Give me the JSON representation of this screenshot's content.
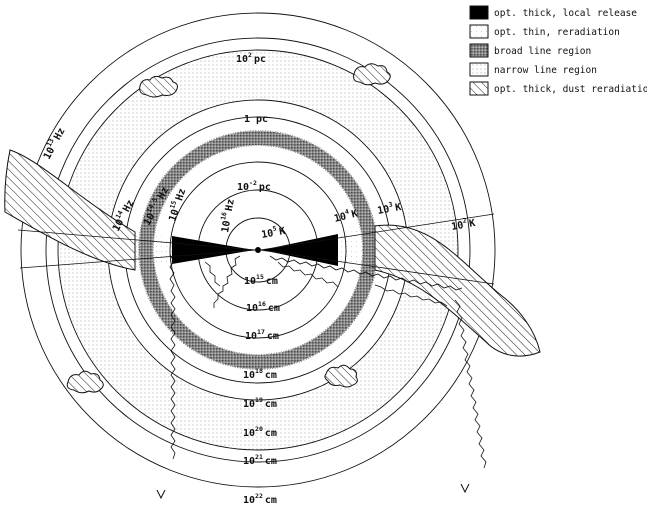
{
  "legend": [
    {
      "key": "local-release",
      "label": "opt. thick, local release"
    },
    {
      "key": "reradiation",
      "label": "opt. thin, reradiation"
    },
    {
      "key": "broad-line",
      "label": "broad line region"
    },
    {
      "key": "narrow-line",
      "label": "narrow line region"
    },
    {
      "key": "dust",
      "label": "opt. thick, dust reradiation"
    }
  ],
  "scales": {
    "pc_100": "10",
    "pc_100_exp": "2",
    "pc_100_unit": "pc",
    "pc_1": "1 pc",
    "pc_001": "10",
    "pc_001_exp": "-2",
    "pc_001_unit": "pc"
  },
  "radii": [
    {
      "base": "10",
      "exp": "15",
      "unit": "cm"
    },
    {
      "base": "10",
      "exp": "16",
      "unit": "cm"
    },
    {
      "base": "10",
      "exp": "17",
      "unit": "cm"
    },
    {
      "base": "10",
      "exp": "18",
      "unit": "cm"
    },
    {
      "base": "10",
      "exp": "19",
      "unit": "cm"
    },
    {
      "base": "10",
      "exp": "20",
      "unit": "cm"
    },
    {
      "base": "10",
      "exp": "21",
      "unit": "cm"
    },
    {
      "base": "10",
      "exp": "22",
      "unit": "cm"
    }
  ],
  "frequencies": [
    {
      "base": "10",
      "exp": "13",
      "unit": "Hz"
    },
    {
      "base": "10",
      "exp": "14",
      "unit": "Hz"
    },
    {
      "base": "10",
      "exp": "14.5",
      "unit": "Hz"
    },
    {
      "base": "10",
      "exp": "15",
      "unit": "Hz"
    },
    {
      "base": "10",
      "exp": "16",
      "unit": "Hz"
    }
  ],
  "temperatures": [
    {
      "base": "10",
      "exp": "5",
      "unit": "K"
    },
    {
      "base": "10",
      "exp": "4",
      "unit": "K"
    },
    {
      "base": "10",
      "exp": "3",
      "unit": "K"
    },
    {
      "base": "10",
      "exp": "2",
      "unit": "K"
    }
  ]
}
